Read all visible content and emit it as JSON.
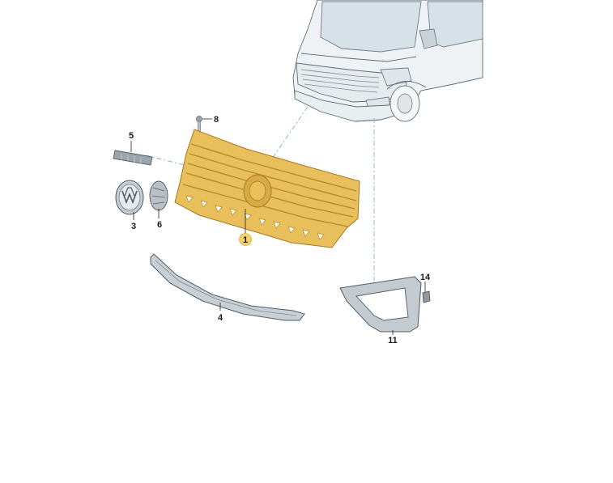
{
  "diagram": {
    "callouts": [
      {
        "id": "1",
        "label": "1",
        "highlighted": true
      },
      {
        "id": "3",
        "label": "3"
      },
      {
        "id": "4",
        "label": "4"
      },
      {
        "id": "5",
        "label": "5"
      },
      {
        "id": "6",
        "label": "6"
      },
      {
        "id": "8",
        "label": "8"
      },
      {
        "id": "11",
        "label": "11"
      },
      {
        "id": "14",
        "label": "14"
      }
    ],
    "colors": {
      "grille": "#e8bf5a",
      "grille_shadow": "#c89a36",
      "highlight_badge": "#f2d36b",
      "van_body": "#eef2f4",
      "van_outline": "#6f7e88",
      "part_gray": "#b9c0c6",
      "leader_dashed": "#8fb7c9"
    }
  }
}
